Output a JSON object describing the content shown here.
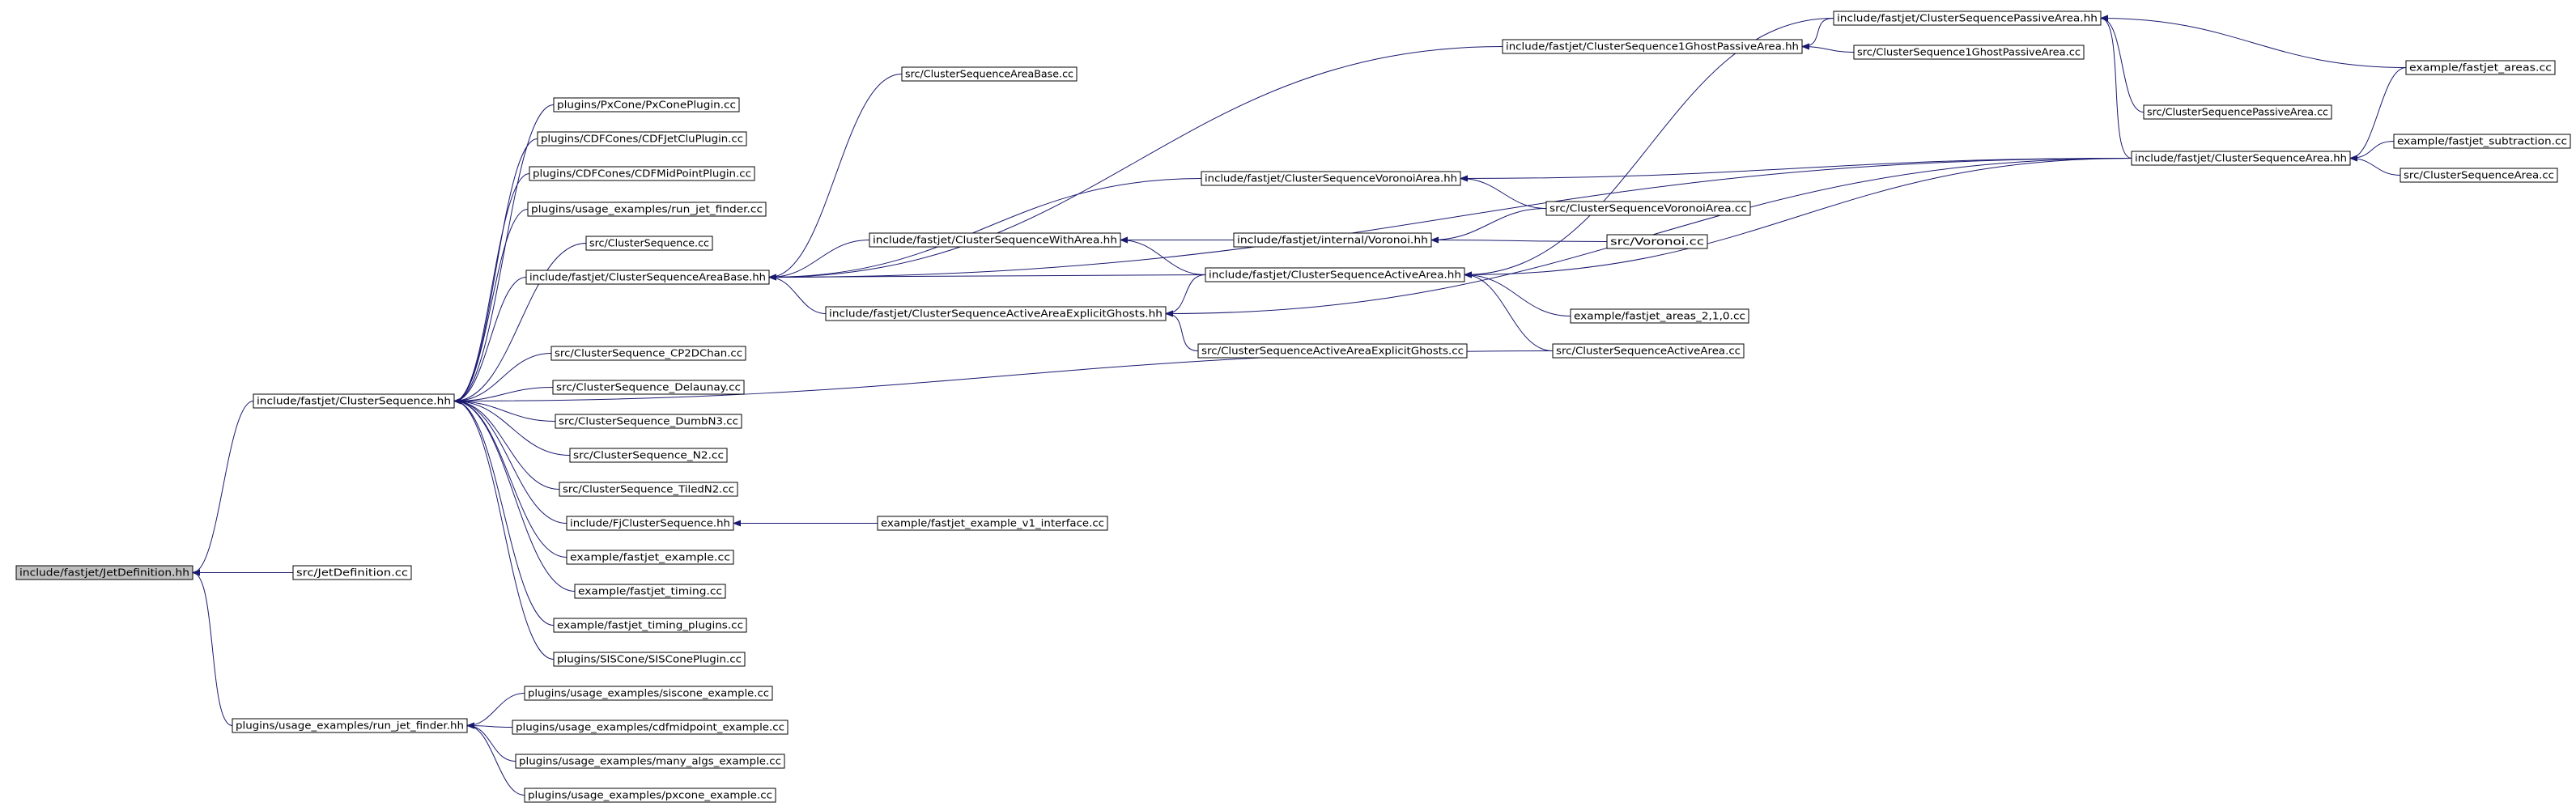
{
  "colors": {
    "edge": "#191970",
    "node_fill": "#ffffff",
    "root_fill": "#bfbfbf",
    "node_stroke": "#000000",
    "text": "#000000"
  },
  "nodes": [
    {
      "id": "jetdef",
      "label": "include/fastjet/JetDefinition.hh",
      "root": true
    },
    {
      "id": "cs",
      "label": "include/fastjet/ClusterSequence.hh"
    },
    {
      "id": "jetdefcc",
      "label": "src/JetDefinition.cc"
    },
    {
      "id": "rjf",
      "label": "plugins/usage_examples/run_jet_finder.hh"
    },
    {
      "id": "pxcone",
      "label": "plugins/PxCone/PxConePlugin.cc"
    },
    {
      "id": "cdfclu",
      "label": "plugins/CDFCones/CDFJetCluPlugin.cc"
    },
    {
      "id": "cdfmid",
      "label": "plugins/CDFCones/CDFMidPointPlugin.cc"
    },
    {
      "id": "rjfcc",
      "label": "plugins/usage_examples/run_jet_finder.cc"
    },
    {
      "id": "cscc",
      "label": "src/ClusterSequence.cc"
    },
    {
      "id": "csab",
      "label": "include/fastjet/ClusterSequenceAreaBase.hh"
    },
    {
      "id": "cp2d",
      "label": "src/ClusterSequence_CP2DChan.cc"
    },
    {
      "id": "delaunay",
      "label": "src/ClusterSequence_Delaunay.cc"
    },
    {
      "id": "dumbn3",
      "label": "src/ClusterSequence_DumbN3.cc"
    },
    {
      "id": "n2",
      "label": "src/ClusterSequence_N2.cc"
    },
    {
      "id": "tiledn2",
      "label": "src/ClusterSequence_TiledN2.cc"
    },
    {
      "id": "fjcs",
      "label": "include/FjClusterSequence.hh"
    },
    {
      "id": "fjex",
      "label": "example/fastjet_example.cc"
    },
    {
      "id": "fjtiming",
      "label": "example/fastjet_timing.cc"
    },
    {
      "id": "fjtimingpl",
      "label": "example/fastjet_timing_plugins.cc"
    },
    {
      "id": "siscone",
      "label": "plugins/SISCone/SISConePlugin.cc"
    },
    {
      "id": "sisconeex",
      "label": "plugins/usage_examples/siscone_example.cc"
    },
    {
      "id": "cdfmidex",
      "label": "plugins/usage_examples/cdfmidpoint_example.cc"
    },
    {
      "id": "manyalgs",
      "label": "plugins/usage_examples/many_algs_example.cc"
    },
    {
      "id": "pxconeex",
      "label": "plugins/usage_examples/pxcone_example.cc"
    },
    {
      "id": "csabcc",
      "label": "src/ClusterSequenceAreaBase.cc"
    },
    {
      "id": "cswa",
      "label": "include/fastjet/ClusterSequenceWithArea.hh"
    },
    {
      "id": "csaaeg",
      "label": "include/fastjet/ClusterSequenceActiveAreaExplicitGhosts.hh"
    },
    {
      "id": "fjexv1",
      "label": "example/fastjet_example_v1_interface.cc"
    },
    {
      "id": "cs1gpa",
      "label": "include/fastjet/ClusterSequence1GhostPassiveArea.hh"
    },
    {
      "id": "csva",
      "label": "include/fastjet/ClusterSequenceVoronoiArea.hh"
    },
    {
      "id": "voronoi",
      "label": "include/fastjet/internal/Voronoi.hh"
    },
    {
      "id": "csaa",
      "label": "include/fastjet/ClusterSequenceActiveArea.hh"
    },
    {
      "id": "csaaegcc",
      "label": "src/ClusterSequenceActiveAreaExplicitGhosts.cc"
    },
    {
      "id": "cspa",
      "label": "include/fastjet/ClusterSequencePassiveArea.hh"
    },
    {
      "id": "cs1gpacc",
      "label": "src/ClusterSequence1GhostPassiveArea.cc"
    },
    {
      "id": "csvacc",
      "label": "src/ClusterSequenceVoronoiArea.cc"
    },
    {
      "id": "voronoicc",
      "label": "src/Voronoi.cc"
    },
    {
      "id": "areas210",
      "label": "example/fastjet_areas_2,1,0.cc"
    },
    {
      "id": "csaacc",
      "label": "src/ClusterSequenceActiveArea.cc"
    },
    {
      "id": "cspacc",
      "label": "src/ClusterSequencePassiveArea.cc"
    },
    {
      "id": "csarea",
      "label": "include/fastjet/ClusterSequenceArea.hh"
    },
    {
      "id": "fjareas",
      "label": "example/fastjet_areas.cc"
    },
    {
      "id": "fjsub",
      "label": "example/fastjet_subtraction.cc"
    },
    {
      "id": "csareacc",
      "label": "src/ClusterSequenceArea.cc"
    }
  ],
  "edges": [
    {
      "from": "cs",
      "to": "jetdef"
    },
    {
      "from": "jetdefcc",
      "to": "jetdef"
    },
    {
      "from": "rjf",
      "to": "jetdef"
    },
    {
      "from": "pxcone",
      "to": "cs"
    },
    {
      "from": "cdfclu",
      "to": "cs"
    },
    {
      "from": "cdfmid",
      "to": "cs"
    },
    {
      "from": "rjfcc",
      "to": "cs"
    },
    {
      "from": "cscc",
      "to": "cs"
    },
    {
      "from": "csab",
      "to": "cs"
    },
    {
      "from": "cp2d",
      "to": "cs"
    },
    {
      "from": "delaunay",
      "to": "cs"
    },
    {
      "from": "dumbn3",
      "to": "cs"
    },
    {
      "from": "n2",
      "to": "cs"
    },
    {
      "from": "tiledn2",
      "to": "cs"
    },
    {
      "from": "fjcs",
      "to": "cs"
    },
    {
      "from": "fjex",
      "to": "cs"
    },
    {
      "from": "fjtiming",
      "to": "cs"
    },
    {
      "from": "fjtimingpl",
      "to": "cs"
    },
    {
      "from": "siscone",
      "to": "cs"
    },
    {
      "from": "csaacc",
      "to": "cs"
    },
    {
      "from": "sisconeex",
      "to": "rjf"
    },
    {
      "from": "cdfmidex",
      "to": "rjf"
    },
    {
      "from": "manyalgs",
      "to": "rjf"
    },
    {
      "from": "pxconeex",
      "to": "rjf"
    },
    {
      "from": "fjexv1",
      "to": "fjcs"
    },
    {
      "from": "csabcc",
      "to": "csab"
    },
    {
      "from": "cswa",
      "to": "csab"
    },
    {
      "from": "csaaeg",
      "to": "csab"
    },
    {
      "from": "cs1gpa",
      "to": "csab"
    },
    {
      "from": "csva",
      "to": "csab"
    },
    {
      "from": "csaa",
      "to": "csab"
    },
    {
      "from": "csarea",
      "to": "csab"
    },
    {
      "from": "voronoi",
      "to": "cswa"
    },
    {
      "from": "csaa",
      "to": "cswa"
    },
    {
      "from": "csaaegcc",
      "to": "csaaeg"
    },
    {
      "from": "csaa",
      "to": "csaaeg"
    },
    {
      "from": "csarea",
      "to": "csaaeg"
    },
    {
      "from": "csvacc",
      "to": "csva"
    },
    {
      "from": "csarea",
      "to": "csva"
    },
    {
      "from": "csvacc",
      "to": "voronoi"
    },
    {
      "from": "voronoicc",
      "to": "voronoi"
    },
    {
      "from": "areas210",
      "to": "csaa"
    },
    {
      "from": "csaacc",
      "to": "csaa"
    },
    {
      "from": "csarea",
      "to": "csaa"
    },
    {
      "from": "cspa",
      "to": "csaa"
    },
    {
      "from": "cspa",
      "to": "cs1gpa"
    },
    {
      "from": "cs1gpacc",
      "to": "cs1gpa"
    },
    {
      "from": "cspacc",
      "to": "cspa"
    },
    {
      "from": "csarea",
      "to": "cspa"
    },
    {
      "from": "fjareas",
      "to": "cspa"
    },
    {
      "from": "fjareas",
      "to": "csarea"
    },
    {
      "from": "fjsub",
      "to": "csarea"
    },
    {
      "from": "csareacc",
      "to": "csarea"
    }
  ]
}
